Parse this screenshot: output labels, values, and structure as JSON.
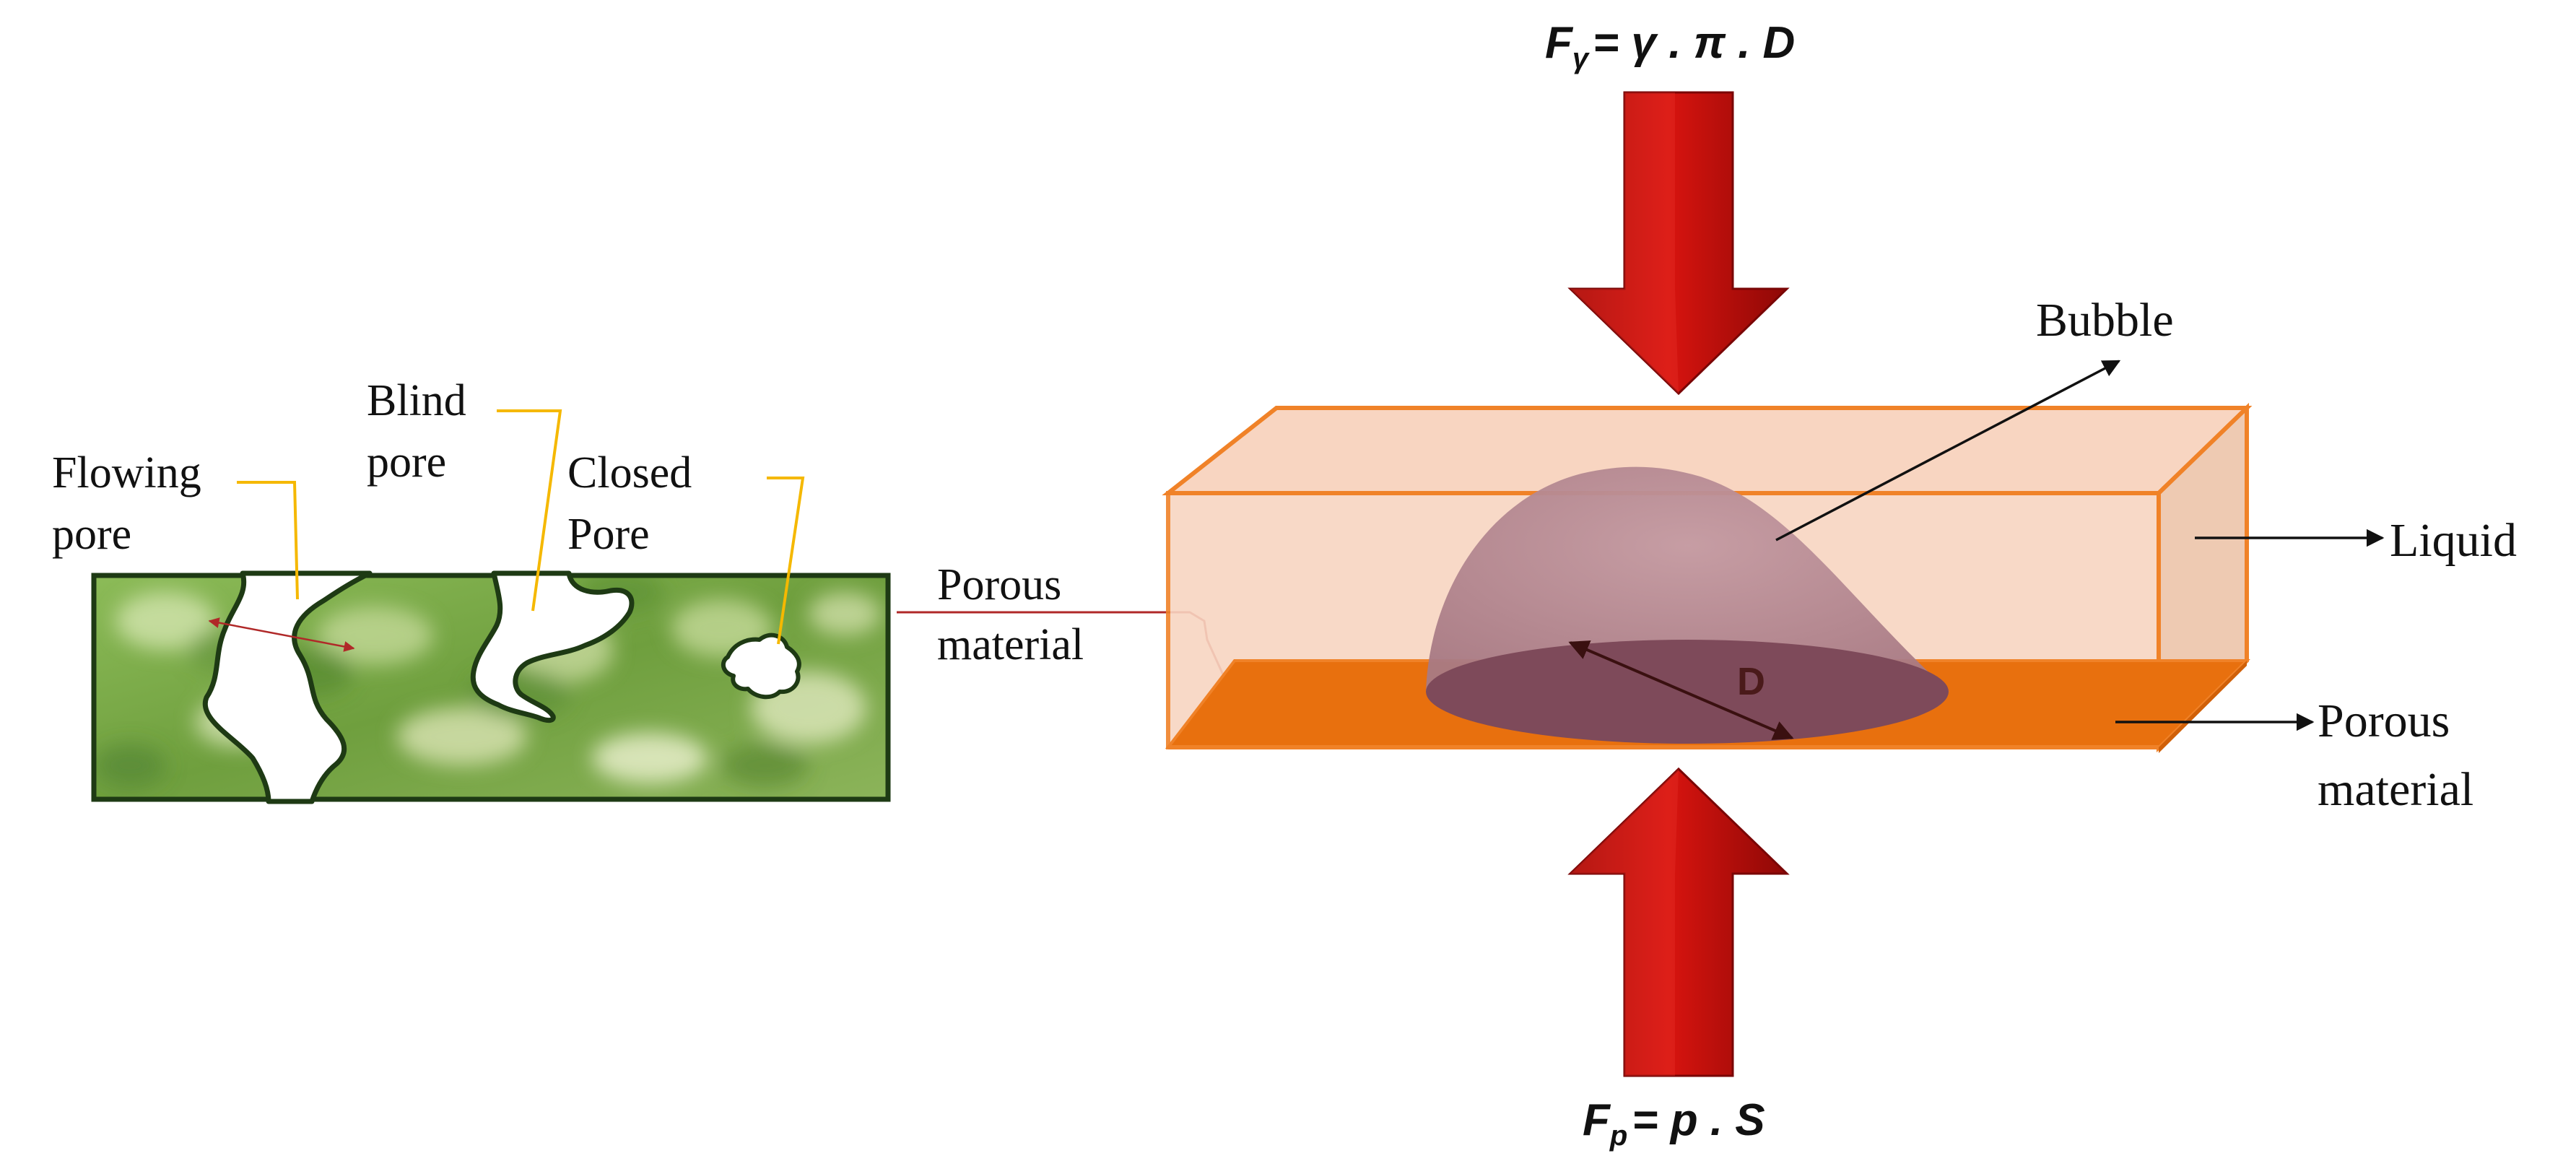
{
  "left_panel": {
    "labels": {
      "flowing_pore": [
        "Flowing",
        "pore"
      ],
      "blind_pore": [
        "Blind",
        "pore"
      ],
      "closed_pore": [
        "Closed",
        "Pore"
      ]
    }
  },
  "right_panel": {
    "force_top": {
      "lhs": "F",
      "lhs_sub": "γ",
      "rhs": "= γ . π . D"
    },
    "force_bottom": {
      "lhs": "F",
      "lhs_sub": "p",
      "rhs": "= p . S"
    },
    "labels": {
      "bubble": "Bubble",
      "liquid": "Liquid",
      "porous_material_left": [
        "Porous",
        "material"
      ],
      "porous_material_right": [
        "Porous",
        "material"
      ],
      "diameter": "D"
    }
  },
  "colors": {
    "arrow_red": "#c8100e",
    "liquid_box": "#f8d5c1",
    "box_edge": "#f08228",
    "porous_layer": "#e8700e",
    "bubble_dome": "#b88a92",
    "bubble_base": "#7e4a5a",
    "leader_yellow": "#f5b800",
    "leader_red": "#b02828",
    "moss_green": "#7aa84a"
  }
}
